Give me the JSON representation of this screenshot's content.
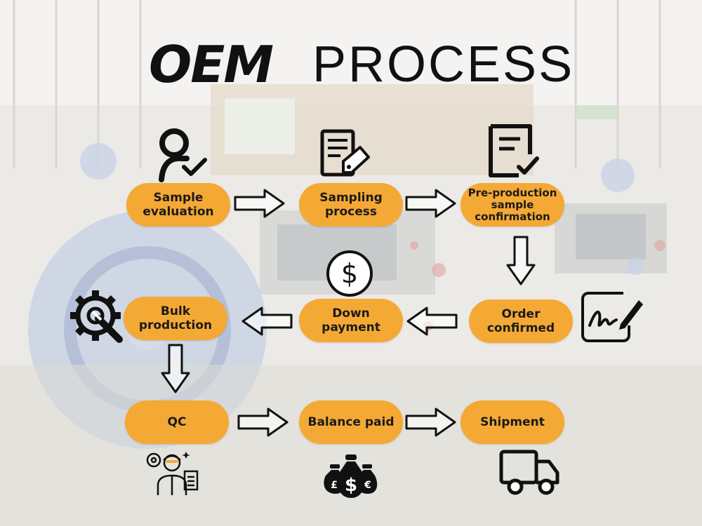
{
  "title": {
    "part1": "OEM",
    "part2": "PROCESS"
  },
  "accent_color": "#f5a935",
  "steps": [
    {
      "label": "Sample\nevaluation",
      "icon": "person-check-icon"
    },
    {
      "label": "Sampling\nprocess",
      "icon": "document-tag-icon"
    },
    {
      "label": "Pre-production\nsample\nconfirmation",
      "icon": "document-check-icon"
    },
    {
      "label": "Order\nconfirmed",
      "icon": "signature-icon"
    },
    {
      "label": "Down\npayment",
      "icon": "dollar-coin-icon"
    },
    {
      "label": "Bulk\nproduction",
      "icon": "gear-wrench-icon"
    },
    {
      "label": "QC",
      "icon": "inspector-icon"
    },
    {
      "label": "Balance paid",
      "icon": "money-bags-icon"
    },
    {
      "label": "Shipment",
      "icon": "delivery-truck-icon"
    }
  ]
}
